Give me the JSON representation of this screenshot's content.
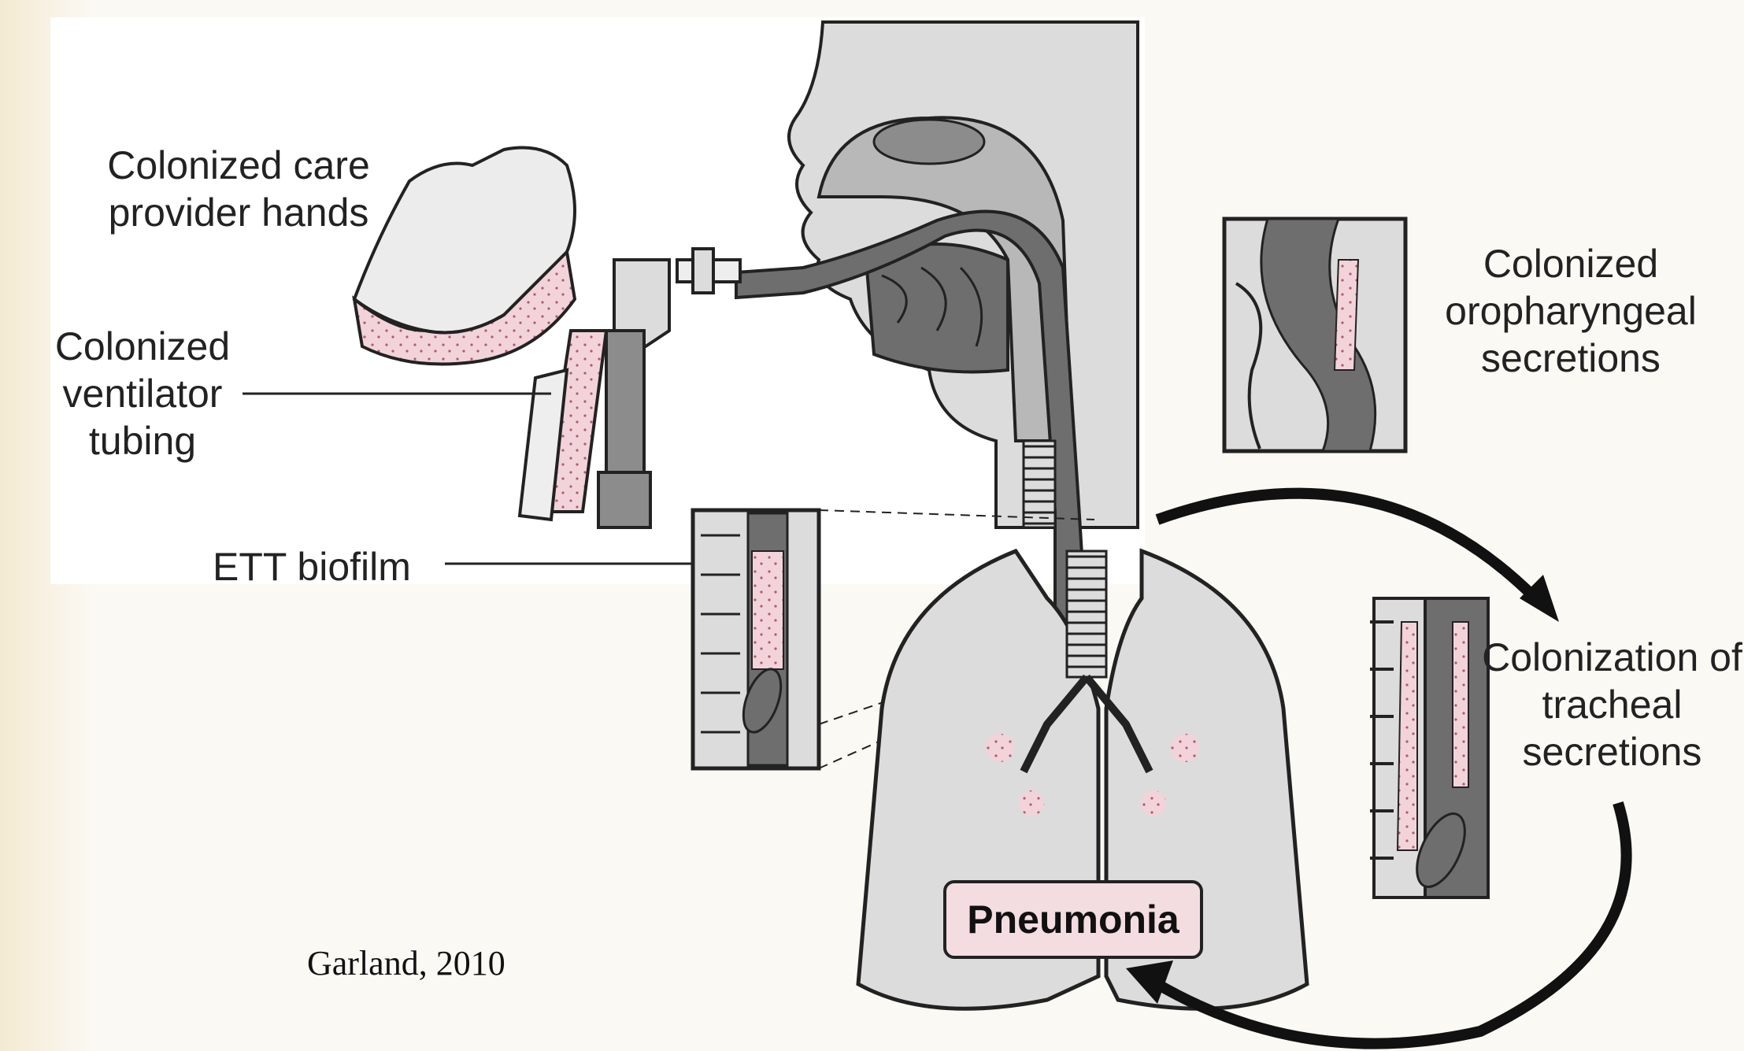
{
  "labels": {
    "hands": "Colonized care\nprovider hands",
    "tubing": "Colonized\nventilator\ntubing",
    "ett": "ETT biofilm",
    "oropharyngeal": "Colonized\noropharyngeal\nsecretions",
    "tracheal": "Colonization of\ntracheal\nsecretions",
    "pneumonia": "Pneumonia",
    "citation": "Garland, 2010"
  },
  "colors": {
    "outline": "#222222",
    "tissue_light": "#dcdcdc",
    "tissue_mid": "#b8b8b8",
    "tissue_dark": "#6e6e6e",
    "colonized_pink": "#f2d3da",
    "background": "#fbf9f4"
  }
}
